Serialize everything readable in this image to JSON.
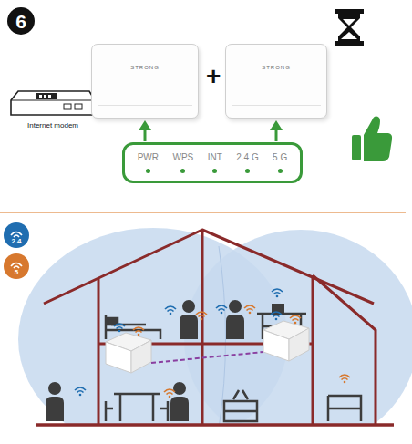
{
  "diagram": {
    "nodes": [
      {
        "text": [
          "Internet modem"
        ]
      },
      {
        "text": [
          "STRONG"
        ]
      },
      {
        "text": [
          "STRONG"
        ]
      },
      {
        "text": [
          "PWR",
          "WPS",
          "INT",
          "2.4 G",
          "5 G"
        ]
      }
    ],
    "edges": [
      {
        "from": 3,
        "to": 1,
        "arrow": "to"
      },
      {
        "from": 3,
        "to": 2,
        "arrow": "to"
      }
    ],
    "labels": [
      "6",
      "+"
    ],
    "legend": [
      {
        "text": "2.4",
        "color": "#1f6db0"
      },
      {
        "text": "5",
        "color": "#d7782e"
      }
    ]
  }
}
